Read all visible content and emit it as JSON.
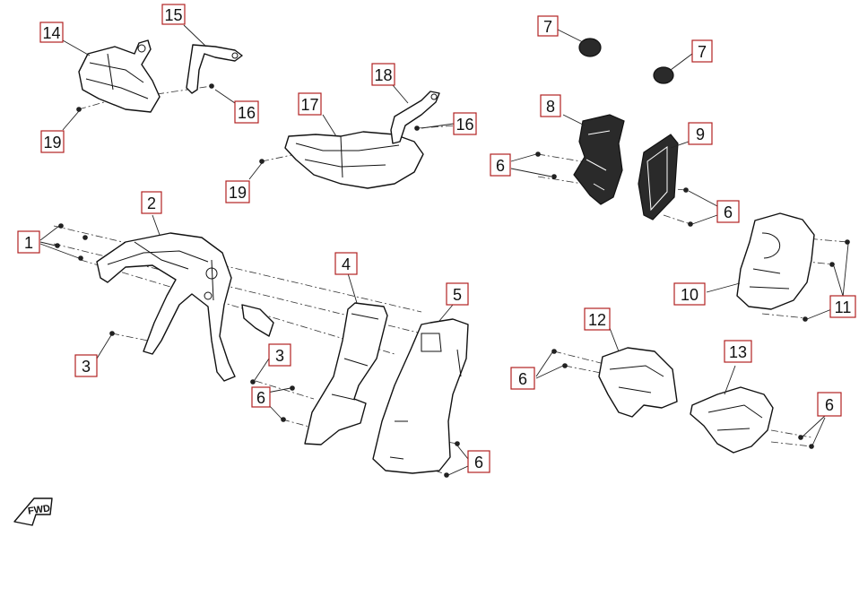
{
  "callouts": [
    "14",
    "15",
    "16",
    "19",
    "17",
    "18",
    "16",
    "19",
    "7",
    "7",
    "8",
    "9",
    "6",
    "6",
    "2",
    "1",
    "3",
    "3",
    "6",
    "4",
    "5",
    "6",
    "10",
    "11",
    "12",
    "13",
    "6",
    "6"
  ],
  "direction_marker": "FWD",
  "colors": {
    "callout_border": "#b22222",
    "line": "#111111"
  }
}
